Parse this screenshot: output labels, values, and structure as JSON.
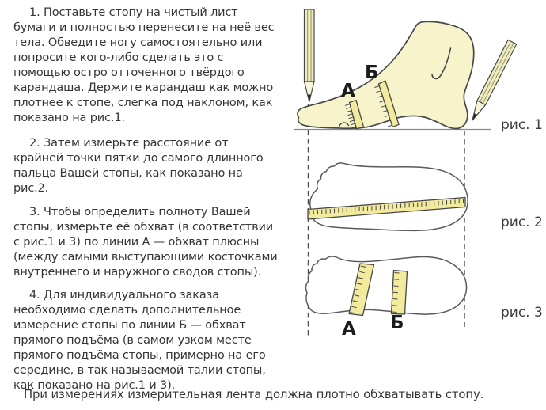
{
  "instructions": {
    "paragraphs": [
      "1. Поставьте стопу на чистый лист бумаги и полностью перенесите на неё вес тела. Обведите ногу самостоятельно или попросите кого-либо сделать это с помощью остро отточенного твёрдого карандаша. Держите карандаш как можно плотнее к стопе, слегка под наклоном, как показано на рис.1.",
      "2. Затем измерьте расстояние от крайней точки пятки до самого длинного пальца Вашей стопы, как показано на рис.2.",
      "3. Чтобы определить полноту Вашей стопы, измерьте её обхват (в соответствии с рис.1 и 3) по линии А — обхват плюсны (между самыми выступающими косточками внутреннего и наружного сводов стопы).",
      "4. Для индивидуального заказа необходимо сделать дополнительное измерение стопы по линии Б — обхват прямого подъёма (в самом узком месте прямого подъёма стопы, примерно на его середине, в так называемой талии стопы, как показано на рис.1 и 3)."
    ],
    "footer": "При измерениях измерительная лента должна плотно обхватывать стопу."
  },
  "figures": [
    {
      "caption": "рис. 1",
      "label_a": "А",
      "label_b": "Б"
    },
    {
      "caption": "рис. 2"
    },
    {
      "caption": "рис. 3",
      "label_a": "А",
      "label_b": "Б"
    }
  ],
  "colors": {
    "foot_fill": "#f7f4cb",
    "tape_fill": "#f2eb9e",
    "outline": "#474747",
    "text": "#353535",
    "ground_line": "#8c8c8c"
  }
}
